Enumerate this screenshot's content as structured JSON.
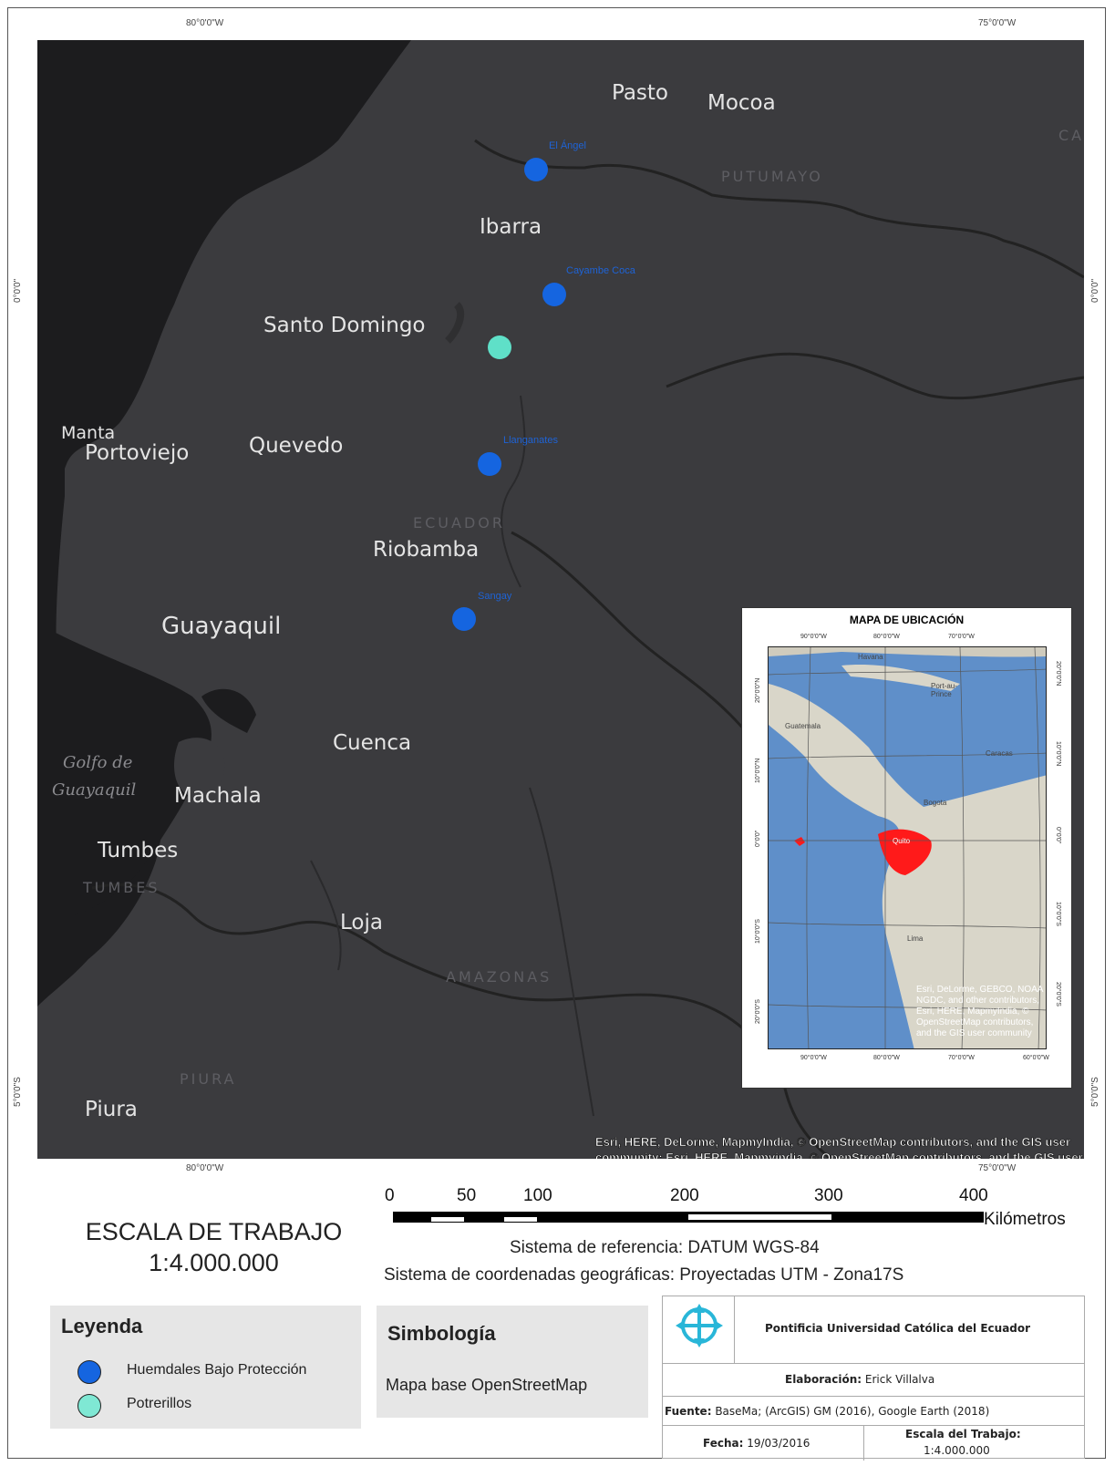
{
  "map": {
    "graticule": {
      "top": [
        "80°0'0\"W",
        "75°0'0\"W"
      ],
      "bottom": [
        "80°0'0\"W",
        "75°0'0\"W"
      ],
      "left": [
        "0°0'0\"",
        "5°0'0\"S"
      ],
      "right": [
        "0°0'0\"",
        "5°0'0\"S"
      ]
    },
    "cities": [
      "Pasto",
      "Mocoa",
      "Ibarra",
      "Santo Domingo",
      "Manta",
      "Portoviejo",
      "Quevedo",
      "Riobamba",
      "Guayaquil",
      "Cuenca",
      "Machala",
      "Tumbes",
      "Loja",
      "Piura"
    ],
    "regions": [
      "PUTUMAYO",
      "ECUADOR",
      "TUMBES",
      "AMAZONAS",
      "PIURA",
      "CA"
    ],
    "gulf": [
      "Golfo de",
      "Guayaquil"
    ],
    "sites": [
      {
        "label": "El Ángel",
        "type": "Huemdales Bajo Protección"
      },
      {
        "label": "Cayambe Coca",
        "type": "Huemdales Bajo Protección"
      },
      {
        "label": "",
        "type": "Potrerillos"
      },
      {
        "label": "Llanganates",
        "type": "Huemdales Bajo Protección"
      },
      {
        "label": "Sangay",
        "type": "Huemdales Bajo Protección"
      }
    ],
    "colors": {
      "wetland": "#1565e0",
      "potrerillos": "#5fe0c8",
      "land": "#3b3b3e",
      "sea": "#1c1c1e"
    },
    "attribution": "Esri, HERE, DeLorme, MapmyIndia, © OpenStreetMap contributors, and the GIS user community; Esri, HERE, Mapmyindia, © OpenStreetMap contributors, and the GIS user community"
  },
  "inset": {
    "title": "MAPA DE UBICACIÓN",
    "top_labels": [
      "90°0'0\"W",
      "80°0'0\"W",
      "70°0'0\"W"
    ],
    "bottom_labels": [
      "90°0'0\"W",
      "80°0'0\"W",
      "70°0'0\"W",
      "60°0'0\"W"
    ],
    "left_labels": [
      "20°0'0\"N",
      "10°0'0\"N",
      "0°0'0\"",
      "10°0'0\"S",
      "20°0'0\"S"
    ],
    "right_labels": [
      "20°0'0\"N",
      "10°0'0\"N",
      "0°0'0\"",
      "10°0'0\"S",
      "20°0'0\"S"
    ],
    "places": [
      "Havana",
      "Port-au-Prince",
      "Guatemala",
      "Caracas",
      "Bogota",
      "Quito",
      "Lima"
    ],
    "credit": "Esri, DeLorme, GEBCO, NOAA NGDC, and other contributors, Esri, HERE, MapmyIndia, © OpenStreetMap contributors, and the GIS user community"
  },
  "scale": {
    "title": "ESCALA DE TRABAJO",
    "ratio": "1:4.000.000",
    "ticks": [
      "0",
      "50",
      "100",
      "200",
      "300",
      "400"
    ],
    "unit": "Kilómetros"
  },
  "reference": {
    "datum": "Sistema de referencia: DATUM WGS-84",
    "coords": "Sistema de coordenadas geográficas: Proyectadas UTM - Zona17S"
  },
  "legend": {
    "title": "Leyenda",
    "items": [
      "Huemdales Bajo Protección",
      "Potrerillos"
    ]
  },
  "symbology": {
    "title": "Simbología",
    "text": "Mapa base OpenStreetMap"
  },
  "title_block": {
    "institution": "Pontificia Universidad Católica del Ecuador",
    "author_label": "Elaboración:",
    "author": "Erick Villalva",
    "source_label": "Fuente:",
    "source": "BaseMa; (ArcGIS) GM (2016), Google Earth (2018)",
    "date_label": "Fecha:",
    "date": "19/03/2016",
    "scale_label": "Escala del Trabajo:",
    "scale_value": "1:4.000.000"
  }
}
